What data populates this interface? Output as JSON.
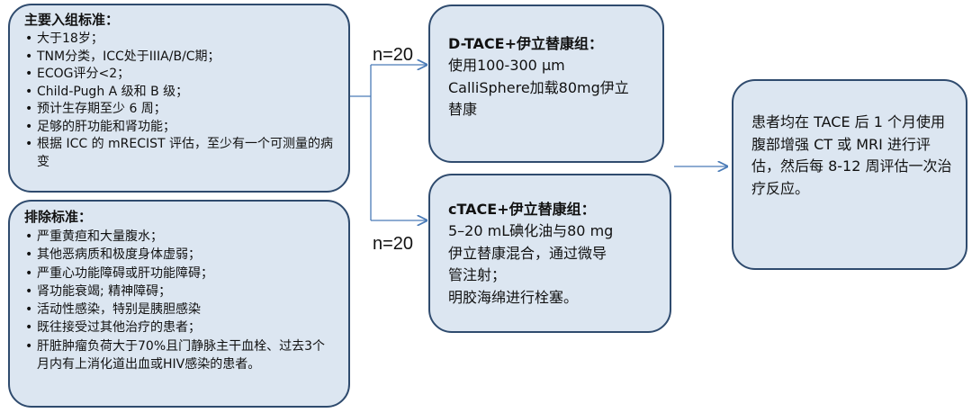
{
  "inclusion": {
    "title": "主要入组标准：",
    "items": [
      "大于18岁；",
      "TNM分类，ICC处于IIIA/B/C期；",
      "ECOG评分<2；",
      "Child-Pugh A 级和 B 级；",
      "预计生存期至少 6 周；",
      "足够的肝功能和肾功能；",
      "根据 ICC 的 mRECIST 评估，至少有一个可测量的病变"
    ]
  },
  "exclusion": {
    "title": "排除标准：",
    "items": [
      "严重黄疸和大量腹水；",
      "其他恶病质和极度身体虚弱；",
      "严重心功能障碍或肝功能障碍；",
      "肾功能衰竭; 精神障碍；",
      "活动性感染，特别是胰胆感染",
      "既往接受过其他治疗的患者；",
      "肝脏肿瘤负荷大于70%且门静脉主干血栓、过去3个月内有上消化道出血或HIV感染的患者。"
    ]
  },
  "arms": {
    "top_n": "n=20",
    "bottom_n": "n=20",
    "dtace_title": "D-TACE+伊立替康组：",
    "dtace_text": "使用100-300 μm\nCalliSphere加载80mg伊立\n替康",
    "ctace_title": "cTACE+伊立替康组：",
    "ctace_text": "5–20 mL碘化油与80 mg\n伊立替康混合，通过微导\n管注射；\n明胶海绵进行栓塞。"
  },
  "followup": {
    "text": "患者均在 TACE 后 1 个月使用腹部增强 CT 或 MRI 进行评估，然后每 8-12 周评估一次治疗反应。"
  },
  "colors": {
    "box_fill": "#dce6f1",
    "box_border": "#2f4b6e",
    "arrow": "#4a7bb7"
  }
}
